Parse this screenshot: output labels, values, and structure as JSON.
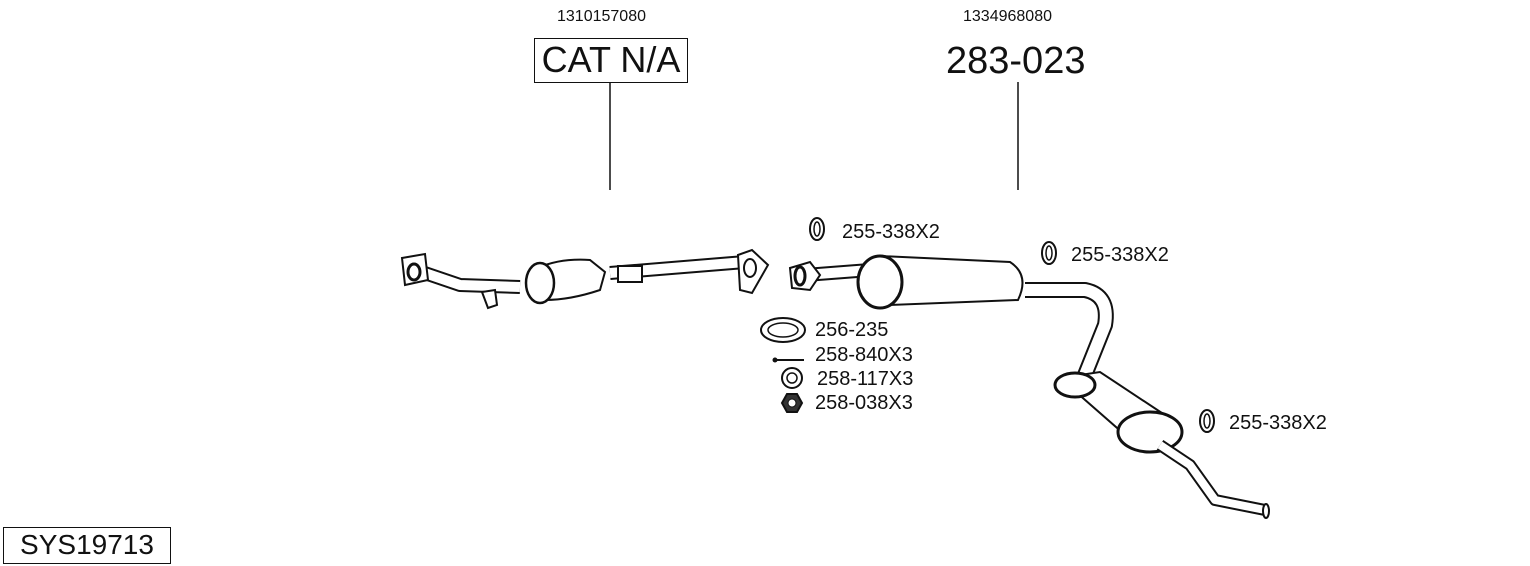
{
  "diagram": {
    "system_id": "SYS19713",
    "parts": [
      {
        "oe_number": "1310157080",
        "part_number": "CAT N/A"
      },
      {
        "oe_number": "1334968080",
        "part_number": "283-023"
      }
    ],
    "accessories": [
      {
        "label": "255-338X2",
        "icon": "rubber-hanger-icon"
      },
      {
        "label": "255-338X2",
        "icon": "rubber-hanger-icon"
      },
      {
        "label": "255-338X2",
        "icon": "rubber-hanger-icon"
      },
      {
        "label": "256-235",
        "icon": "gasket-ring-icon"
      },
      {
        "label": "258-840X3",
        "icon": "bolt-icon"
      },
      {
        "label": "258-117X3",
        "icon": "spring-washer-icon"
      },
      {
        "label": "258-038X3",
        "icon": "nut-icon"
      }
    ]
  }
}
